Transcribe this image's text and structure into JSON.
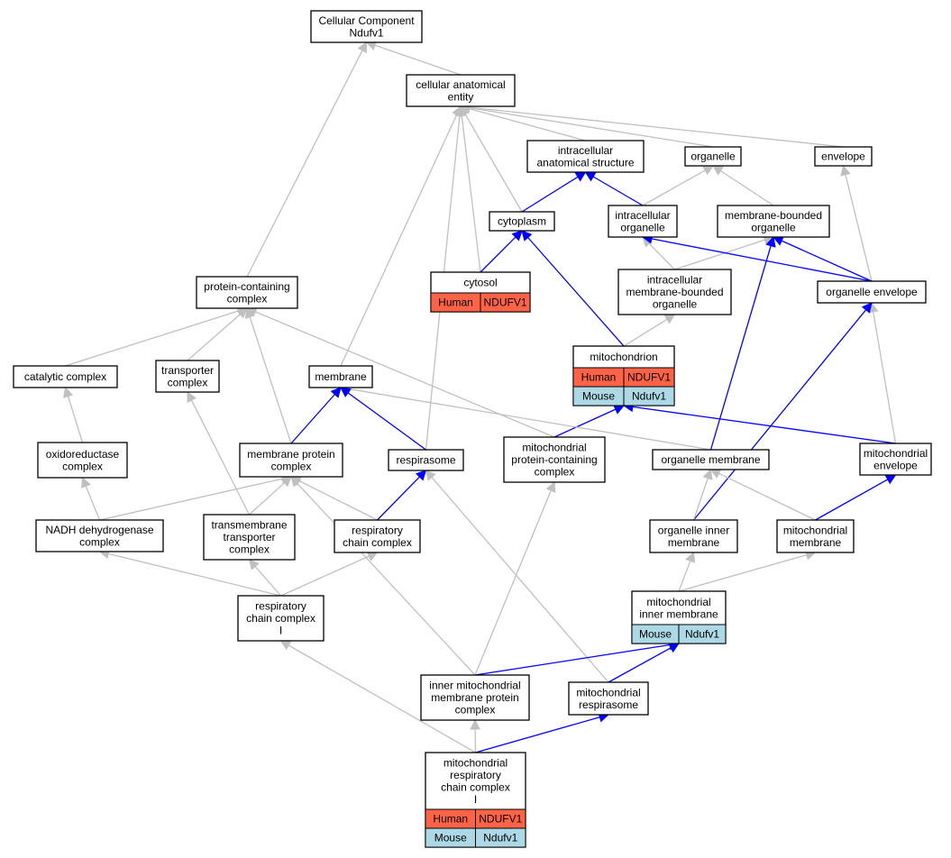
{
  "colors": {
    "human": "#ff6347",
    "mouse": "#add8e6",
    "is_a_edge": "#c0c0c0",
    "part_of_edge": "#0000ff"
  },
  "nodes": [
    {
      "id": "cc",
      "lines": [
        "Cellular Component",
        "Ndufv1"
      ]
    },
    {
      "id": "cae",
      "lines": [
        "cellular anatomical",
        "entity"
      ]
    },
    {
      "id": "ias",
      "lines": [
        "intracellular",
        "anatomical structure"
      ]
    },
    {
      "id": "organelle",
      "lines": [
        "organelle"
      ]
    },
    {
      "id": "envelope",
      "lines": [
        "envelope"
      ]
    },
    {
      "id": "cytoplasm",
      "lines": [
        "cytoplasm"
      ]
    },
    {
      "id": "io",
      "lines": [
        "intracellular",
        "organelle"
      ]
    },
    {
      "id": "mbo",
      "lines": [
        "membrane-bounded",
        "organelle"
      ]
    },
    {
      "id": "cytosol",
      "lines": [
        "cytosol"
      ],
      "rows": [
        [
          "Human",
          "NDUFV1"
        ]
      ]
    },
    {
      "id": "imbo",
      "lines": [
        "intracellular",
        "membrane-bounded",
        "organelle"
      ]
    },
    {
      "id": "oe",
      "lines": [
        "organelle envelope"
      ]
    },
    {
      "id": "pcc",
      "lines": [
        "protein-containing",
        "complex"
      ]
    },
    {
      "id": "mito",
      "lines": [
        "mitochondrion"
      ],
      "rows": [
        [
          "Human",
          "NDUFV1"
        ],
        [
          "Mouse",
          "Ndufv1"
        ]
      ]
    },
    {
      "id": "cat",
      "lines": [
        "catalytic complex"
      ]
    },
    {
      "id": "tc",
      "lines": [
        "transporter",
        "complex"
      ]
    },
    {
      "id": "memb",
      "lines": [
        "membrane"
      ]
    },
    {
      "id": "oxc",
      "lines": [
        "oxidoreductase",
        "complex"
      ]
    },
    {
      "id": "mpc",
      "lines": [
        "membrane protein",
        "complex"
      ]
    },
    {
      "id": "resp",
      "lines": [
        "respirasome"
      ]
    },
    {
      "id": "mpcc",
      "lines": [
        "mitochondrial",
        "protein-containing",
        "complex"
      ]
    },
    {
      "id": "om",
      "lines": [
        "organelle membrane"
      ]
    },
    {
      "id": "menv",
      "lines": [
        "mitochondrial",
        "envelope"
      ]
    },
    {
      "id": "nadh",
      "lines": [
        "NADH dehydrogenase",
        "complex"
      ]
    },
    {
      "id": "ttc",
      "lines": [
        "transmembrane",
        "transporter",
        "complex"
      ]
    },
    {
      "id": "rcc",
      "lines": [
        "respiratory",
        "chain complex"
      ]
    },
    {
      "id": "oim",
      "lines": [
        "organelle inner",
        "membrane"
      ]
    },
    {
      "id": "mm",
      "lines": [
        "mitochondrial",
        "membrane"
      ]
    },
    {
      "id": "rcc1",
      "lines": [
        "respiratory",
        "chain complex",
        "I"
      ]
    },
    {
      "id": "mim",
      "lines": [
        "mitochondrial",
        "inner membrane"
      ],
      "rows": [
        [
          "Mouse",
          "Ndufv1"
        ]
      ]
    },
    {
      "id": "impc",
      "lines": [
        "inner mitochondrial",
        "membrane protein",
        "complex"
      ]
    },
    {
      "id": "mresp",
      "lines": [
        "mitochondrial",
        "respirasome"
      ]
    },
    {
      "id": "mrcc1",
      "lines": [
        "mitochondrial",
        "respiratory",
        "chain complex",
        "I"
      ],
      "rows": [
        [
          "Human",
          "NDUFV1"
        ],
        [
          "Mouse",
          "Ndufv1"
        ]
      ]
    }
  ],
  "edges": [
    {
      "from": "cae",
      "to": "cc",
      "kind": "is_a"
    },
    {
      "from": "pcc",
      "to": "cc",
      "kind": "is_a"
    },
    {
      "from": "ias",
      "to": "cae",
      "kind": "is_a"
    },
    {
      "from": "organelle",
      "to": "cae",
      "kind": "is_a"
    },
    {
      "from": "envelope",
      "to": "cae",
      "kind": "is_a"
    },
    {
      "from": "cytoplasm",
      "to": "cae",
      "kind": "is_a"
    },
    {
      "from": "cytosol",
      "to": "cae",
      "kind": "is_a"
    },
    {
      "from": "memb",
      "to": "cae",
      "kind": "is_a"
    },
    {
      "from": "resp",
      "to": "cae",
      "kind": "is_a"
    },
    {
      "from": "cytoplasm",
      "to": "ias",
      "kind": "part_of"
    },
    {
      "from": "io",
      "to": "ias",
      "kind": "part_of"
    },
    {
      "from": "io",
      "to": "organelle",
      "kind": "is_a"
    },
    {
      "from": "mbo",
      "to": "organelle",
      "kind": "is_a"
    },
    {
      "from": "oe",
      "to": "envelope",
      "kind": "is_a"
    },
    {
      "from": "cytosol",
      "to": "cytoplasm",
      "kind": "part_of"
    },
    {
      "from": "mito",
      "to": "cytoplasm",
      "kind": "part_of"
    },
    {
      "from": "imbo",
      "to": "io",
      "kind": "is_a"
    },
    {
      "from": "imbo",
      "to": "mbo",
      "kind": "is_a"
    },
    {
      "from": "oe",
      "to": "io",
      "kind": "part_of"
    },
    {
      "from": "oe",
      "to": "mbo",
      "kind": "part_of"
    },
    {
      "from": "om",
      "to": "mbo",
      "kind": "part_of"
    },
    {
      "from": "mito",
      "to": "imbo",
      "kind": "is_a"
    },
    {
      "from": "menv",
      "to": "oe",
      "kind": "is_a"
    },
    {
      "from": "oim",
      "to": "oe",
      "kind": "part_of"
    },
    {
      "from": "cat",
      "to": "pcc",
      "kind": "is_a"
    },
    {
      "from": "tc",
      "to": "pcc",
      "kind": "is_a"
    },
    {
      "from": "mpc",
      "to": "pcc",
      "kind": "is_a"
    },
    {
      "from": "mpcc",
      "to": "pcc",
      "kind": "is_a"
    },
    {
      "from": "mpcc",
      "to": "mito",
      "kind": "part_of"
    },
    {
      "from": "menv",
      "to": "mito",
      "kind": "part_of"
    },
    {
      "from": "om",
      "to": "memb",
      "kind": "is_a"
    },
    {
      "from": "mpc",
      "to": "memb",
      "kind": "part_of"
    },
    {
      "from": "resp",
      "to": "memb",
      "kind": "part_of"
    },
    {
      "from": "oxc",
      "to": "cat",
      "kind": "is_a"
    },
    {
      "from": "nadh",
      "to": "oxc",
      "kind": "is_a"
    },
    {
      "from": "ttc",
      "to": "tc",
      "kind": "is_a"
    },
    {
      "from": "nadh",
      "to": "mpc",
      "kind": "is_a"
    },
    {
      "from": "ttc",
      "to": "mpc",
      "kind": "is_a"
    },
    {
      "from": "rcc",
      "to": "mpc",
      "kind": "is_a"
    },
    {
      "from": "impc",
      "to": "mpc",
      "kind": "is_a"
    },
    {
      "from": "rcc",
      "to": "resp",
      "kind": "part_of"
    },
    {
      "from": "mresp",
      "to": "resp",
      "kind": "is_a"
    },
    {
      "from": "impc",
      "to": "mpcc",
      "kind": "is_a"
    },
    {
      "from": "oim",
      "to": "om",
      "kind": "is_a"
    },
    {
      "from": "mm",
      "to": "om",
      "kind": "is_a"
    },
    {
      "from": "mm",
      "to": "menv",
      "kind": "part_of"
    },
    {
      "from": "rcc1",
      "to": "nadh",
      "kind": "is_a"
    },
    {
      "from": "rcc1",
      "to": "ttc",
      "kind": "is_a"
    },
    {
      "from": "rcc1",
      "to": "rcc",
      "kind": "is_a"
    },
    {
      "from": "mim",
      "to": "oim",
      "kind": "is_a"
    },
    {
      "from": "mim",
      "to": "mm",
      "kind": "is_a"
    },
    {
      "from": "impc",
      "to": "mim",
      "kind": "part_of"
    },
    {
      "from": "mresp",
      "to": "mim",
      "kind": "part_of"
    },
    {
      "from": "mrcc1",
      "to": "impc",
      "kind": "is_a"
    },
    {
      "from": "mrcc1",
      "to": "rcc1",
      "kind": "is_a"
    },
    {
      "from": "mrcc1",
      "to": "mresp",
      "kind": "part_of"
    }
  ]
}
